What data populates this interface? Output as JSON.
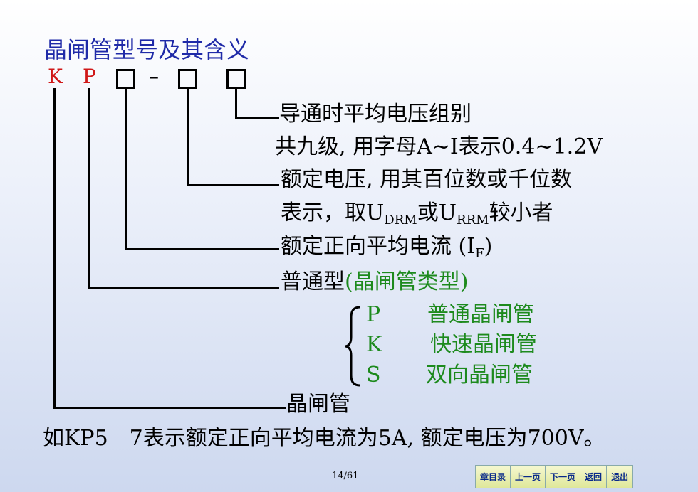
{
  "title": "晶闸管型号及其含义",
  "code": {
    "k": "K",
    "p": "P",
    "dash": "–"
  },
  "labels": {
    "voltage_group": "导通时平均电压组别",
    "voltage_group_desc": "共九级, 用字母A~I表示0.4~1.2V",
    "rated_voltage": "额定电压, 用其百位数或千位数",
    "rated_voltage_desc_pre": "表示，取U",
    "rated_voltage_sub1": "DRM",
    "rated_voltage_or": "或U",
    "rated_voltage_sub2": "RRM",
    "rated_voltage_desc_post": "较小者",
    "rated_current_pre": "额定正向平均电流 (I",
    "rated_current_sub": "F",
    "rated_current_post": ")",
    "type_black": "普通型",
    "type_green": "(晶闸管类型)",
    "thyristor": "晶闸管"
  },
  "types": [
    {
      "code": "P",
      "name": "普通晶闸管"
    },
    {
      "code": "K",
      "name": "快速晶闸管"
    },
    {
      "code": "S",
      "name": "双向晶闸管"
    }
  ],
  "example": "如KP5　7表示额定正向平均电流为5A, 额定电压为700V。",
  "page": "14/61",
  "nav": [
    "章目录",
    "上一页",
    "下一页",
    "返回",
    "退出"
  ],
  "colors": {
    "title": "#1f2aa8",
    "code": "#d01818",
    "type": "#1d8a1d"
  }
}
